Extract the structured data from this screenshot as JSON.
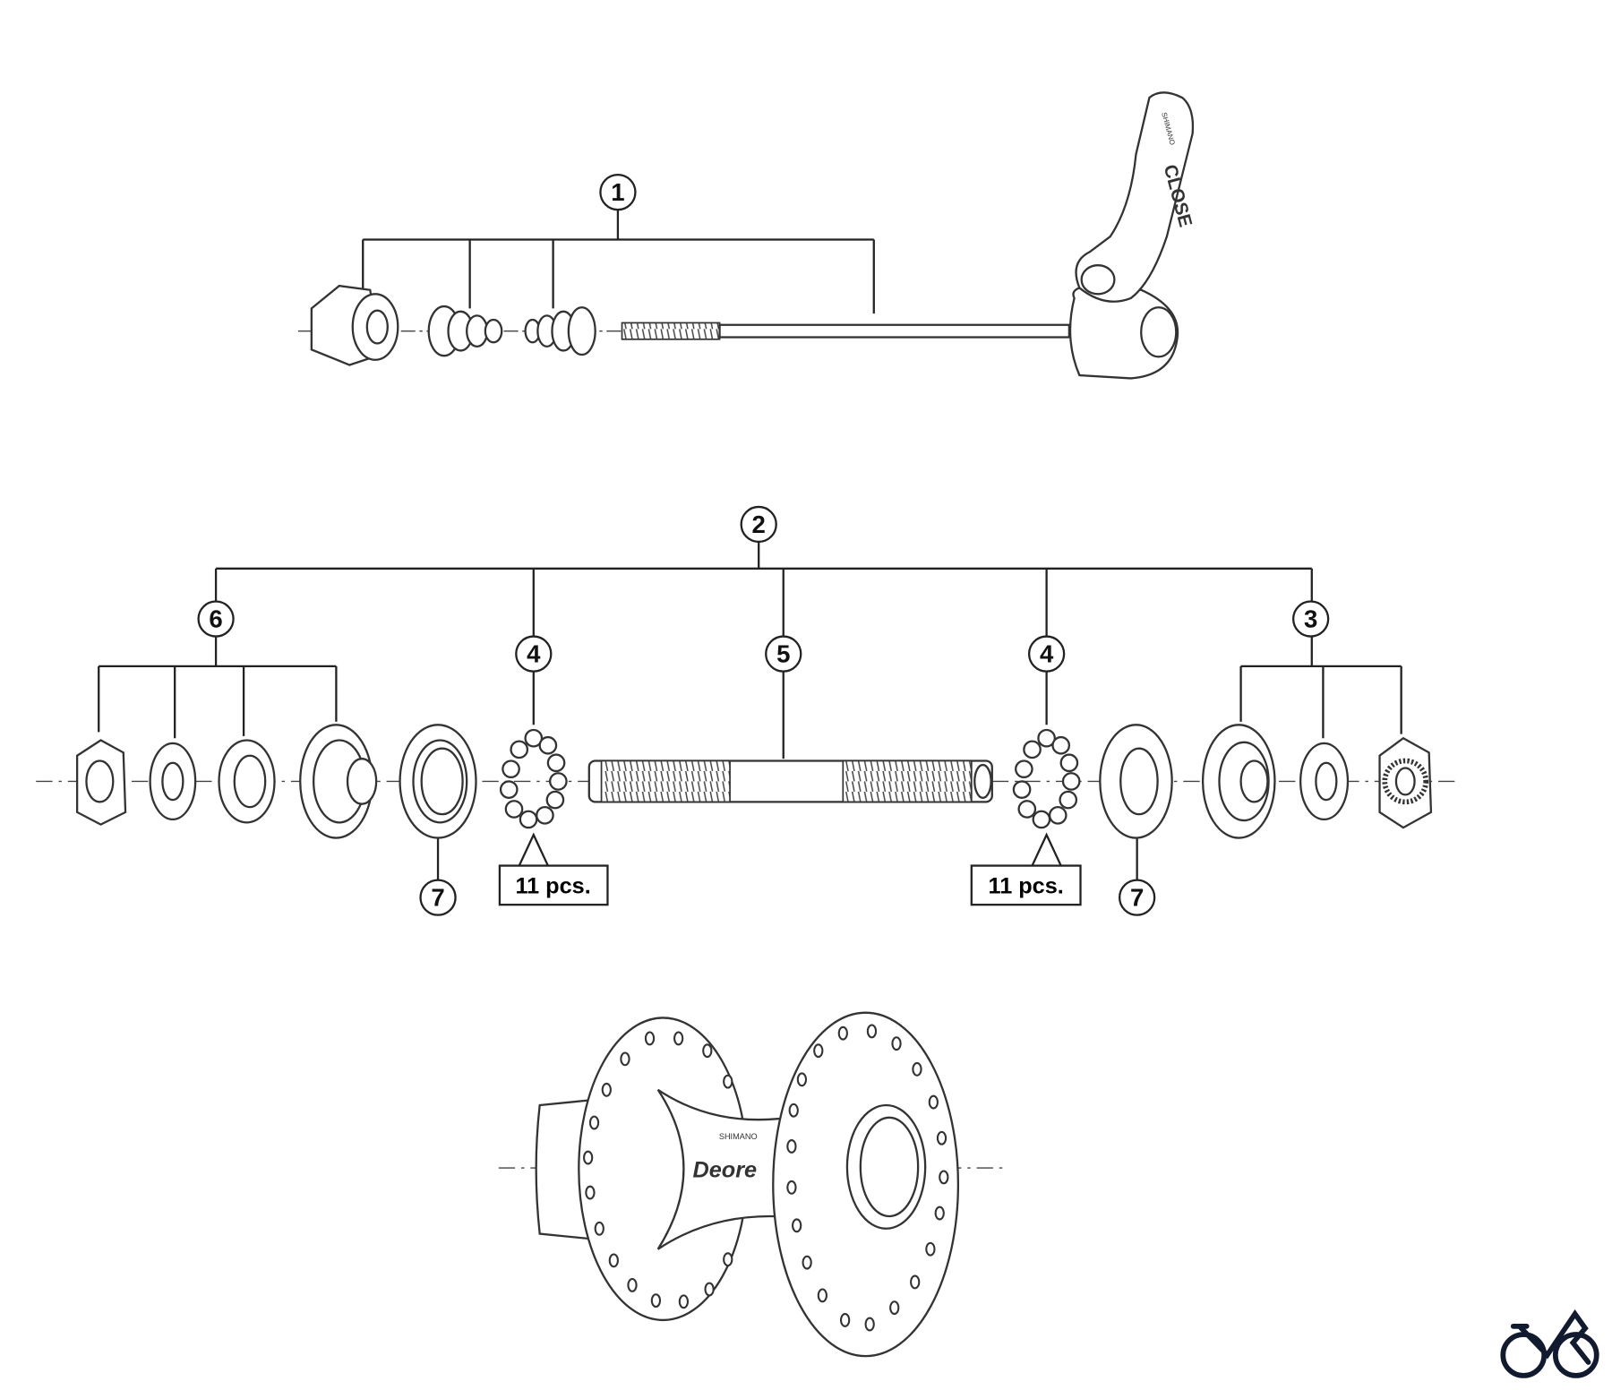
{
  "diagram": {
    "callouts": [
      "1",
      "2",
      "3",
      "4",
      "5",
      "6",
      "7"
    ],
    "quantity_label": "11 pcs.",
    "lever_text": "CLOSE",
    "lever_brand": "SHIMANO",
    "hub_brand": "SHIMANO",
    "hub_model": "Deore"
  },
  "logo": {
    "icon": "bicycle-logo-icon",
    "color": "#111a2e"
  }
}
